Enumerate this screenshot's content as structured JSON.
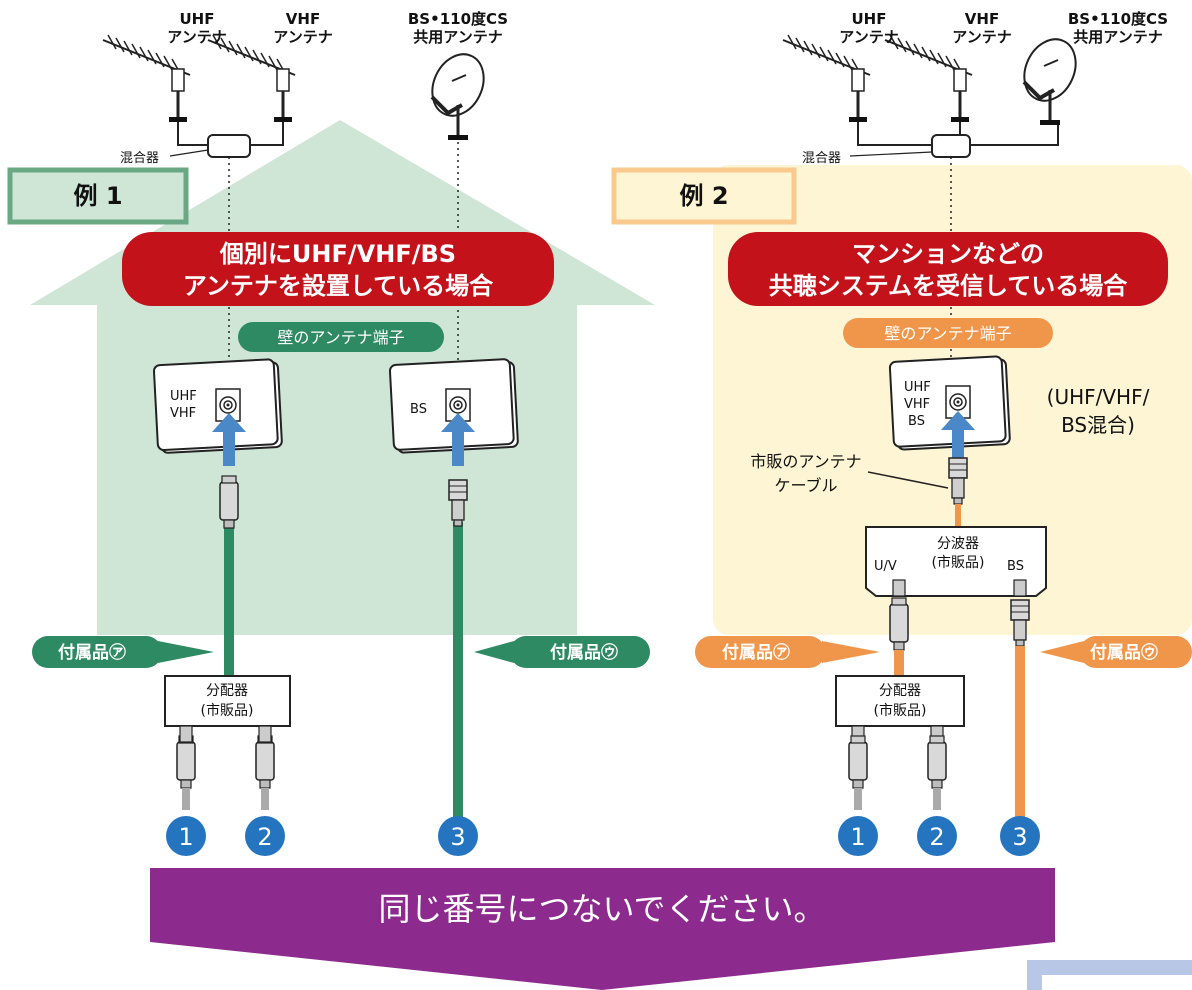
{
  "colors": {
    "green_bg": "#cfe6d6",
    "green": "#2e8a63",
    "yellow_bg": "#fdf5d3",
    "orange": "#f0964a",
    "red": "#c4121b",
    "blue": "#4a88c8",
    "num_blue": "#2474c0",
    "purple": "#8d2a8e",
    "frame_green": "#6aa884",
    "frame_orange": "#f9c98e"
  },
  "antennas": {
    "uhf": [
      "UHF",
      "アンテナ"
    ],
    "vhf": [
      "VHF",
      "アンテナ"
    ],
    "bs": [
      "BS•110度CS",
      "共用アンテナ"
    ],
    "mixer": "混合器"
  },
  "example1": {
    "tag": "例 1",
    "title": [
      "個別にUHF/VHF/BS",
      "アンテナを設置している場合"
    ],
    "wall_label": "壁のアンテナ端子",
    "socket1": [
      "UHF",
      "VHF"
    ],
    "socket2": "BS",
    "accessory_a": "付属品㋐",
    "accessory_u": "付属品㋒",
    "distributor": [
      "分配器",
      "(市販品)"
    ],
    "numbers": [
      "1",
      "2",
      "3"
    ]
  },
  "example2": {
    "tag": "例 2",
    "title": [
      "マンションなどの",
      "共聴システムを受信している場合"
    ],
    "wall_label": "壁のアンテナ端子",
    "socket": [
      "UHF",
      "VHF",
      "BS"
    ],
    "mixed_note": [
      "(UHF/VHF/",
      "BS混合)"
    ],
    "cable_note": [
      "市販のアンテナ",
      "ケーブル"
    ],
    "separator": [
      "分波器",
      "(市販品)"
    ],
    "sep_uv": "U/V",
    "sep_bs": "BS",
    "accessory_a": "付属品㋐",
    "accessory_u": "付属品㋒",
    "distributor": [
      "分配器",
      "(市販品)"
    ],
    "numbers": [
      "1",
      "2",
      "3"
    ]
  },
  "banner": "同じ番号につないでください。"
}
